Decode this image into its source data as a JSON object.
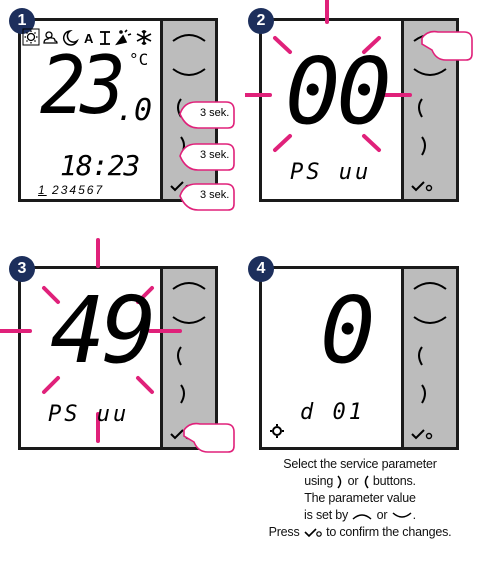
{
  "steps": [
    {
      "number": "1"
    },
    {
      "number": "2"
    },
    {
      "number": "3"
    },
    {
      "number": "4"
    }
  ],
  "panel1": {
    "mode_icons": [
      "sun-icon",
      "cloud-sun-icon",
      "moon-icon",
      "A",
      "antifreeze-icon",
      "party-icon",
      "snowflake-icon"
    ],
    "mode_auto": "A",
    "temperature_int": "23",
    "temperature_dec": ".0",
    "unit": "°C",
    "time": "18:23",
    "days": [
      "1",
      "2",
      "3",
      "4",
      "5",
      "6",
      "7"
    ],
    "hold_labels": [
      "3 sek.",
      "3 sek.",
      "3 sek."
    ]
  },
  "panel2": {
    "value": "00",
    "param": "PS uu"
  },
  "panel3": {
    "value": "49",
    "param": "PS uu"
  },
  "panel4": {
    "value": "0",
    "param": "d 01"
  },
  "caption": {
    "line1": "Select the service parameter",
    "line2a": "using",
    "line2b": "or",
    "line2c": "buttons.",
    "line3": "The parameter value",
    "line4a": "is set by",
    "line4b": "or",
    "line4c": ".",
    "line5a": "Press",
    "line5b": "to confirm the changes."
  },
  "colors": {
    "badge": "#1d2f5c",
    "flash": "#e0217a",
    "button_bar": "#bcbcbc"
  }
}
